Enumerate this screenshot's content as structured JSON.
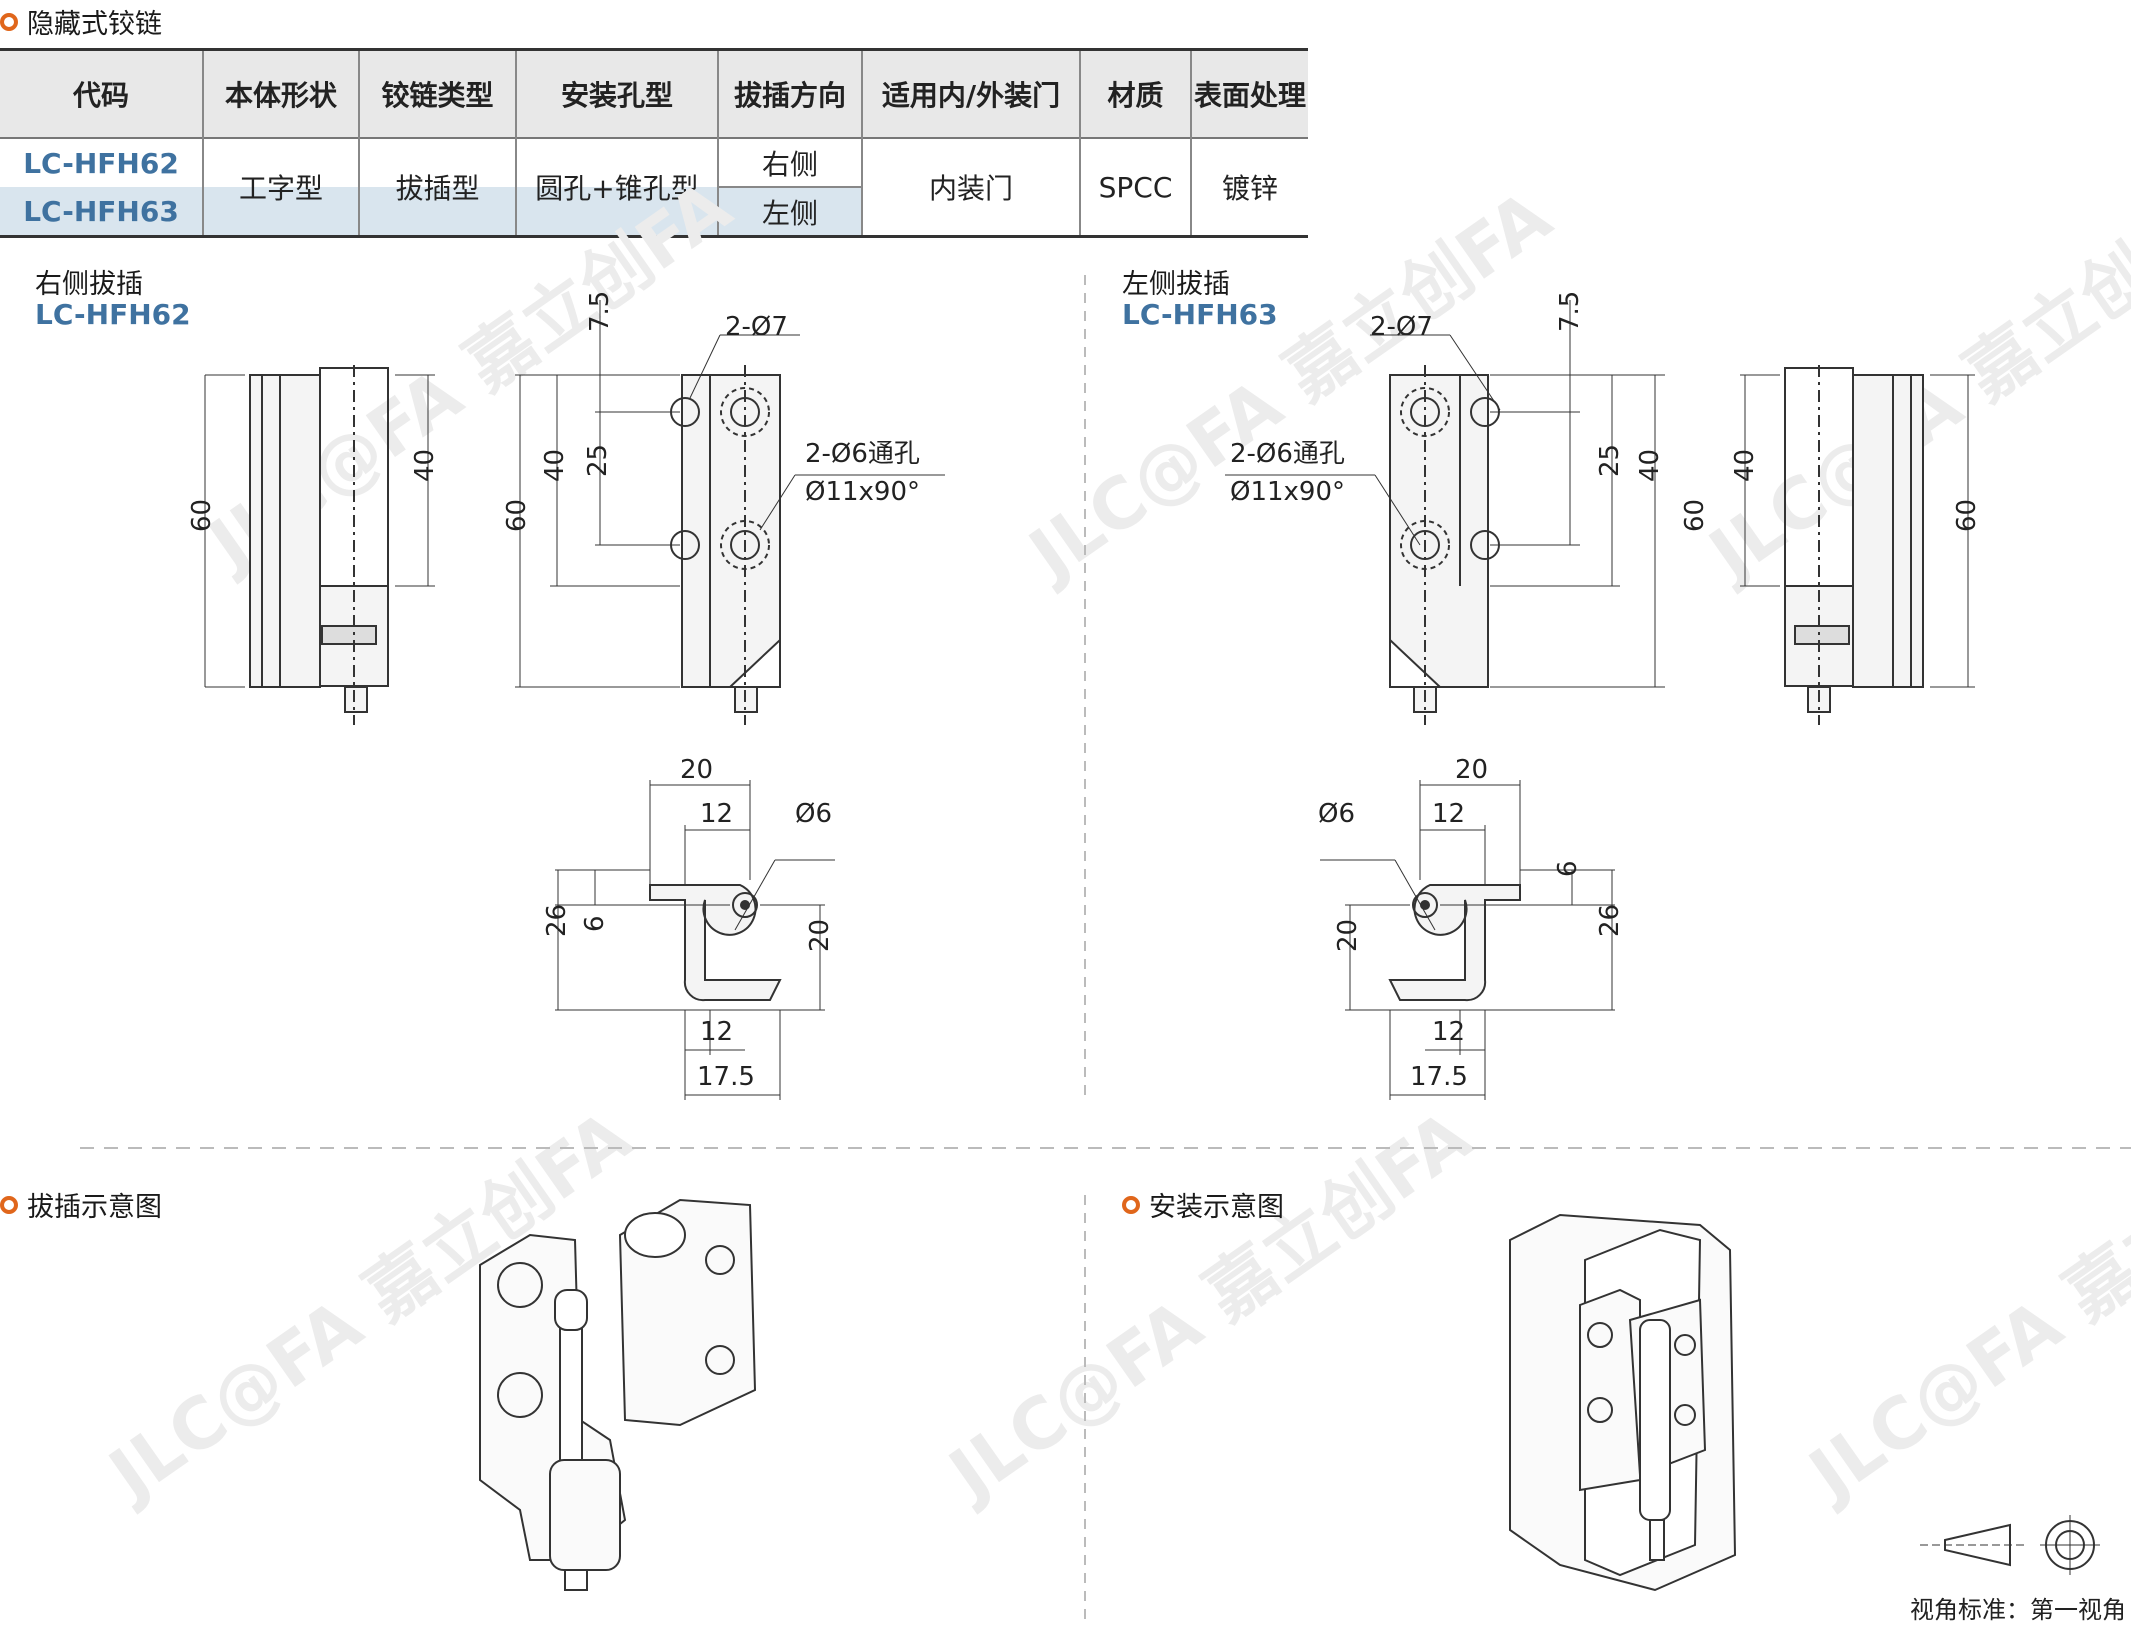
{
  "title": "隐藏式铰链",
  "table": {
    "headers": [
      "代码",
      "本体形状",
      "铰链类型",
      "安装孔型",
      "拔插方向",
      "适用内/外装门",
      "材质",
      "表面处理"
    ],
    "codes": [
      "LC-HFH62",
      "LC-HFH63"
    ],
    "body_shape": "工字型",
    "hinge_type": "拔插型",
    "hole_type": "圆孔+锥孔型",
    "directions": [
      "右侧",
      "左侧"
    ],
    "door": "内装门",
    "material": "SPCC",
    "surface": "镀锌"
  },
  "right_label": "右侧拔插",
  "right_code": "LC-HFH62",
  "left_label": "左侧拔插",
  "left_code": "LC-HFH63",
  "dims": {
    "d60": "60",
    "d40": "40",
    "d25": "25",
    "d7_5": "7.5",
    "holes7": "2-Ø7",
    "holes6_a": "2-Ø6通孔",
    "holes6_b": "Ø11x90°",
    "d20": "20",
    "d12": "12",
    "d6dia": "Ø6",
    "d26": "26",
    "d6": "6",
    "d17_5": "17.5"
  },
  "section2": "拔插示意图",
  "section3": "安装示意图",
  "view_standard": "视角标准：第一视角",
  "watermark": "JLC@FA 嘉立创FA WWW.JLCFA.COM"
}
